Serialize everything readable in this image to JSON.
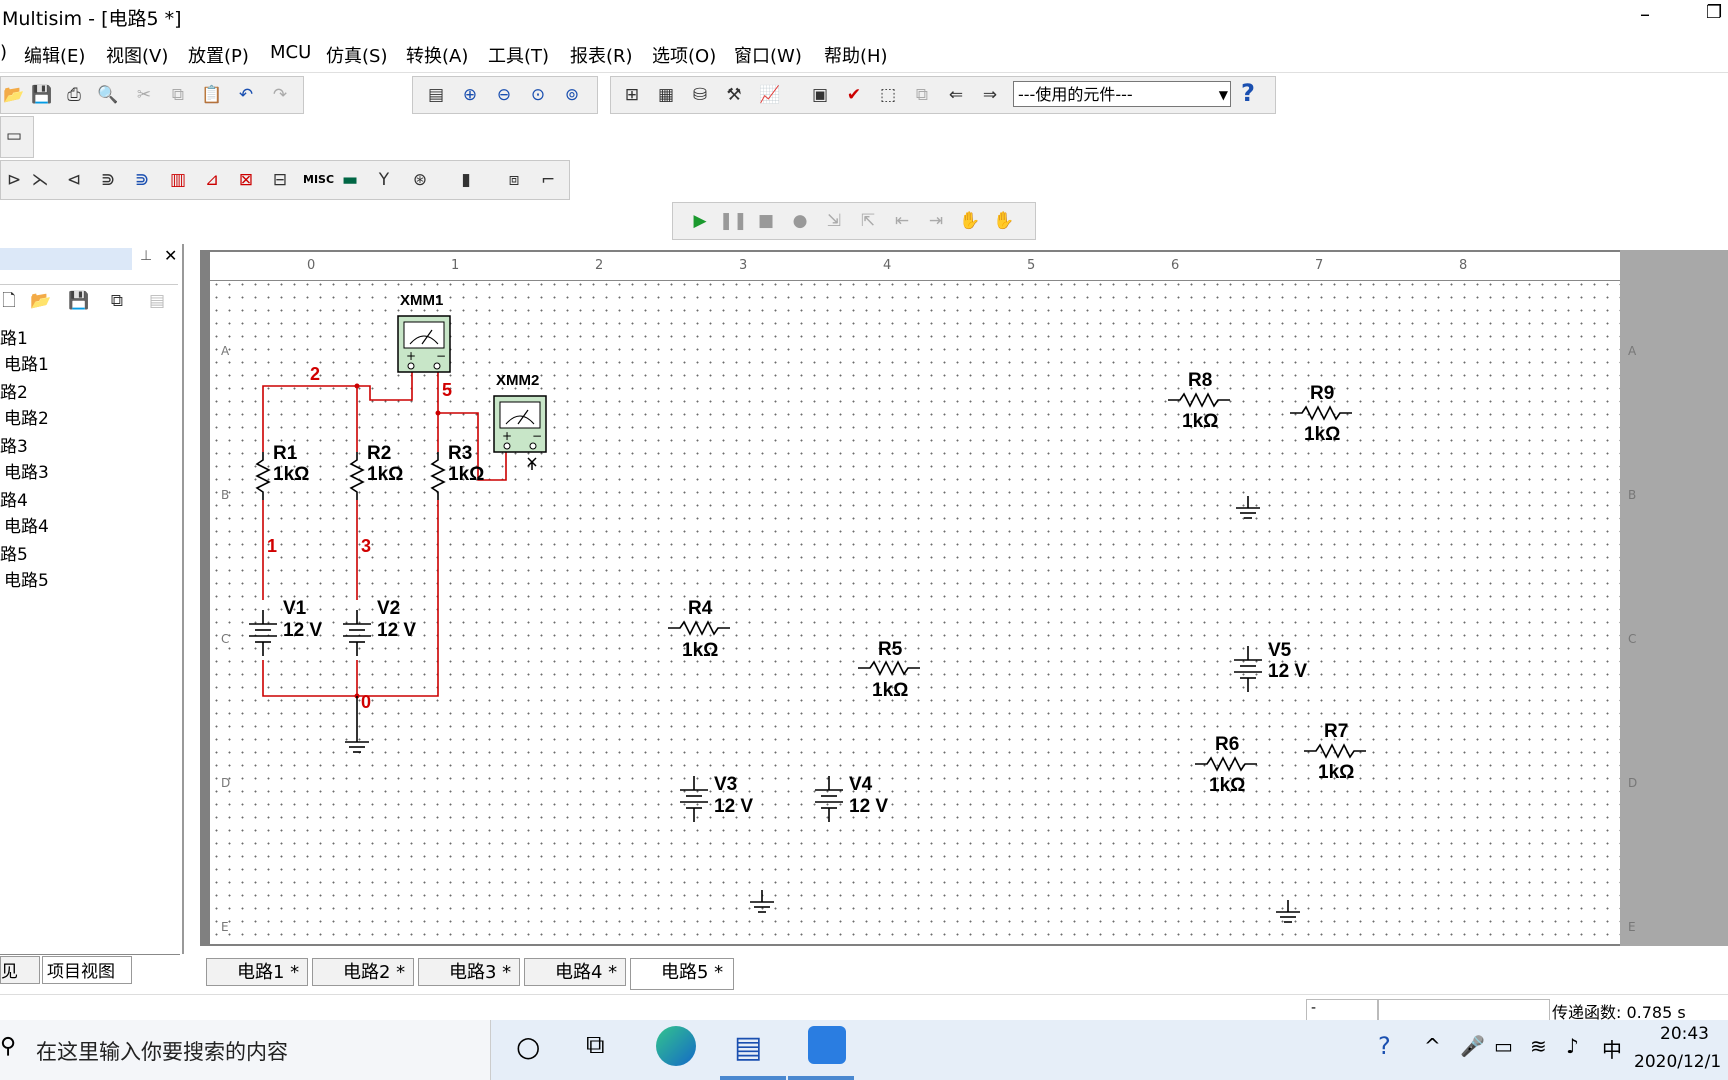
{
  "title": "Multisim - [电路5 *]",
  "menu": [
    "编辑(E)",
    "视图(V)",
    "放置(P)",
    "MCU",
    "仿真(S)",
    "转换(A)",
    "工具(T)",
    "报表(R)",
    "选项(O)",
    "窗口(W)",
    "帮助(H)"
  ],
  "combo": "---使用的元件---",
  "help_glyph": "?",
  "misc_label": "MISC",
  "tree": [
    "路1",
    "电路1",
    "路2",
    "电路2",
    "路3",
    "电路3",
    "路4",
    "电路4",
    "路5",
    "电路5"
  ],
  "panel_tabs": [
    "见",
    "项目视图"
  ],
  "ruler": [
    "0",
    "1",
    "2",
    "3",
    "4",
    "5",
    "6",
    "7",
    "8"
  ],
  "rows": [
    "A",
    "B",
    "C",
    "D",
    "E"
  ],
  "components": {
    "xmm1": "XMM1",
    "xmm2": "XMM2",
    "r1": "R1",
    "r2": "R2",
    "r3": "R3",
    "r4": "R4",
    "r5": "R5",
    "r6": "R6",
    "r7": "R7",
    "r8": "R8",
    "r9": "R9",
    "v1": "V1",
    "v2": "V2",
    "v3": "V3",
    "v4": "V4",
    "v5": "V5",
    "res_value": "1kΩ",
    "volt_value": "12 V"
  },
  "nets": [
    "2",
    "5",
    "1",
    "3",
    "0"
  ],
  "tabs": [
    "电路1 *",
    "电路2 *",
    "电路3 *",
    "电路4 *",
    "电路5 *"
  ],
  "status": {
    "left": "-",
    "right": "传递函数: 0.785 s"
  },
  "taskbar": {
    "search": "在这里输入你要搜索的内容",
    "ime": "中",
    "time": "20:43",
    "date": "2020/12/1"
  }
}
